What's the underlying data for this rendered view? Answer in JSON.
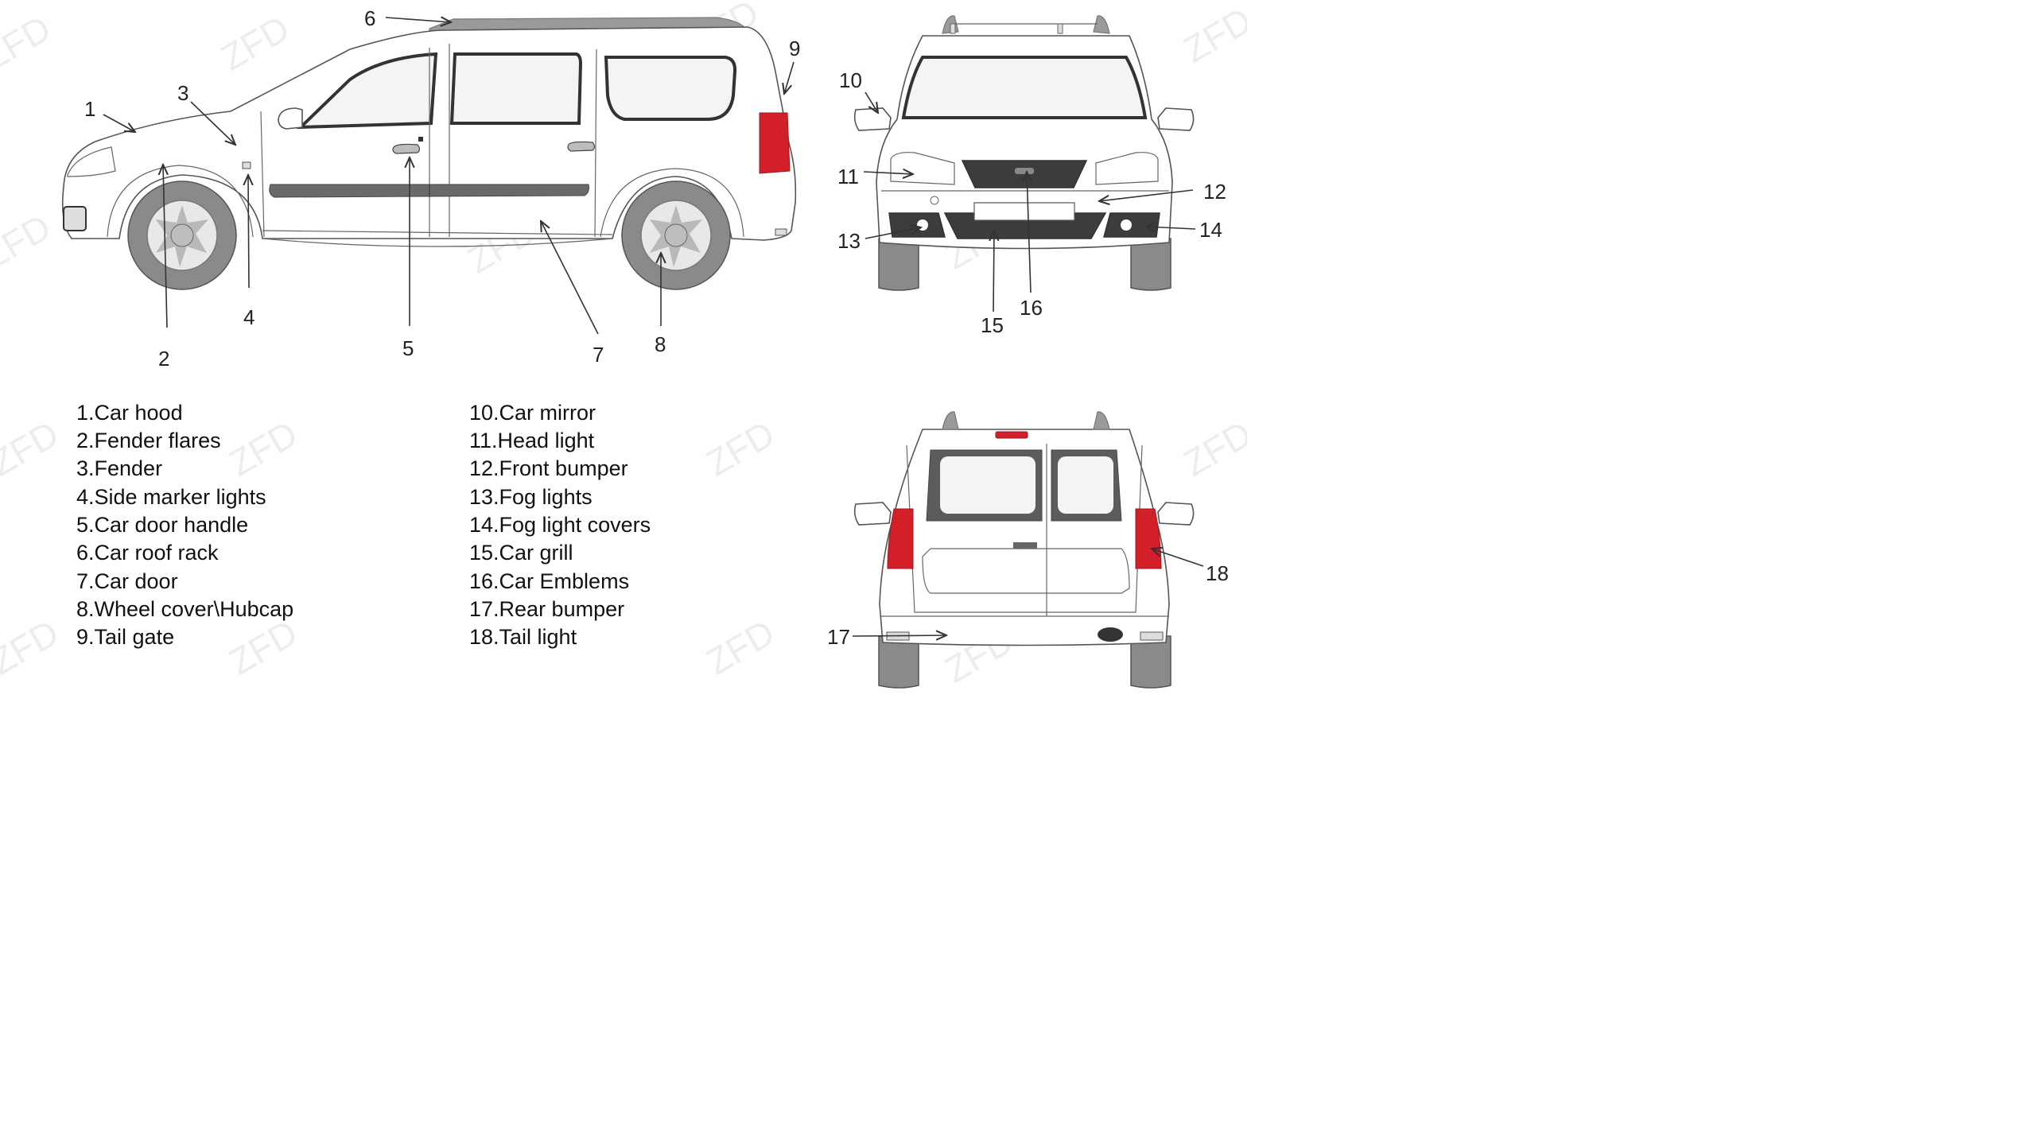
{
  "watermark": "ZFD",
  "callouts": [
    "1",
    "2",
    "3",
    "4",
    "5",
    "6",
    "7",
    "8",
    "9",
    "10",
    "11",
    "12",
    "13",
    "14",
    "15",
    "16",
    "17",
    "18"
  ],
  "legend_left": [
    "1.Car hood",
    "2.Fender flares",
    "3.Fender",
    "4.Side marker lights",
    "5.Car door handle",
    "6.Car roof rack",
    "7.Car door",
    "8.Wheel cover\\Hubcap",
    "9.Tail gate"
  ],
  "legend_right": [
    "10.Car mirror",
    "11.Head light",
    "12.Front bumper",
    "13.Fog lights",
    "14.Fog light covers",
    "15.Car grill",
    "16.Car Emblems",
    "17.Rear bumper",
    "18.Tail light"
  ],
  "colors": {
    "tail_light": "#d31f2a",
    "tire": "#8a8a8a",
    "grill": "#3c3c3c"
  }
}
